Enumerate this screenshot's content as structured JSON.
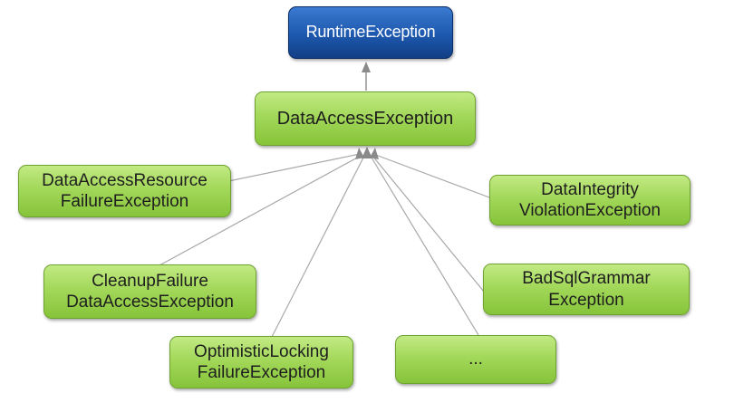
{
  "nodes": {
    "runtime_exception": {
      "text": "RuntimeException",
      "color": "#1d58ad"
    },
    "data_access_exception": {
      "text": "DataAccessException",
      "color": "#a3d85a"
    },
    "data_access_resource_failure": {
      "line1": "DataAccessResource",
      "line2": "FailureException"
    },
    "data_integrity_violation": {
      "line1": "DataIntegrity",
      "line2": "ViolationException"
    },
    "cleanup_failure": {
      "line1": "CleanupFailure",
      "line2": "DataAccessException"
    },
    "bad_sql_grammar": {
      "line1": "BadSqlGrammar",
      "line2": "Exception"
    },
    "optimistic_locking": {
      "line1": "OptimisticLocking",
      "line2": "FailureException"
    },
    "more": {
      "text": "..."
    }
  },
  "edges": [
    {
      "from": "data_access_exception",
      "to": "runtime_exception",
      "type": "inheritance"
    },
    {
      "from": "data_access_resource_failure",
      "to": "data_access_exception",
      "type": "inheritance"
    },
    {
      "from": "data_integrity_violation",
      "to": "data_access_exception",
      "type": "inheritance"
    },
    {
      "from": "cleanup_failure",
      "to": "data_access_exception",
      "type": "inheritance"
    },
    {
      "from": "bad_sql_grammar",
      "to": "data_access_exception",
      "type": "inheritance"
    },
    {
      "from": "optimistic_locking",
      "to": "data_access_exception",
      "type": "inheritance"
    },
    {
      "from": "more",
      "to": "data_access_exception",
      "type": "inheritance"
    }
  ],
  "colors": {
    "edge": "#9a9a9a",
    "arrowhead": "#8a8a8a",
    "node_green": "#a3d85a",
    "node_blue": "#1d58ad"
  }
}
